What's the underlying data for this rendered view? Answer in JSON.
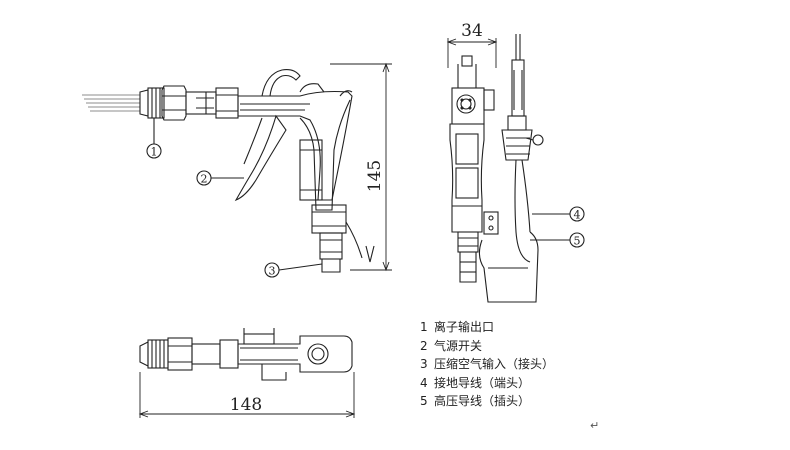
{
  "dimensions": {
    "width": "34",
    "height": "145",
    "length": "148"
  },
  "callouts": [
    "1",
    "2",
    "3",
    "4",
    "5"
  ],
  "legend": [
    {
      "num": "1",
      "text": "离子输出口"
    },
    {
      "num": "2",
      "text": "气源开关"
    },
    {
      "num": "3",
      "text": "压缩空气输入（接头）"
    },
    {
      "num": "4",
      "text": "接地导线（端头）"
    },
    {
      "num": "5",
      "text": "高压导线（插头）"
    }
  ],
  "return_mark": "↵"
}
